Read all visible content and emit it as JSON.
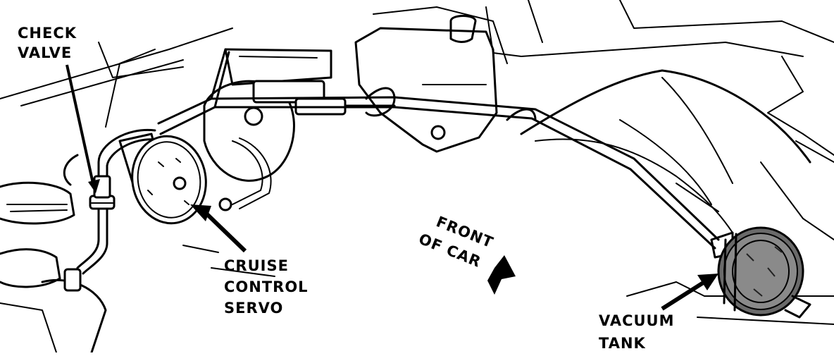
{
  "labels": {
    "check_valve": [
      "CHECK",
      "VALVE"
    ],
    "cruise_control_servo": [
      "CRUISE",
      "CONTROL",
      "SERVO"
    ],
    "front_of_car": [
      "FRONT",
      "OF CAR"
    ],
    "vacuum_tank": [
      "VACUUM",
      "TANK"
    ]
  }
}
